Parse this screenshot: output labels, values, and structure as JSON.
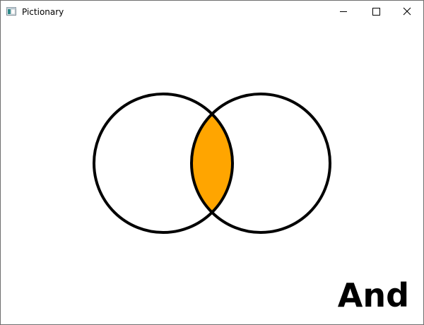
{
  "window": {
    "title": "Pictionary",
    "app_icon": "window-app-icon",
    "controls": [
      "minimize-icon",
      "maximize-icon",
      "close-icon"
    ]
  },
  "venn": {
    "highlight": "intersection",
    "fill_color": "#FFA500",
    "stroke_color": "#000000"
  },
  "answer": {
    "word": "And"
  }
}
